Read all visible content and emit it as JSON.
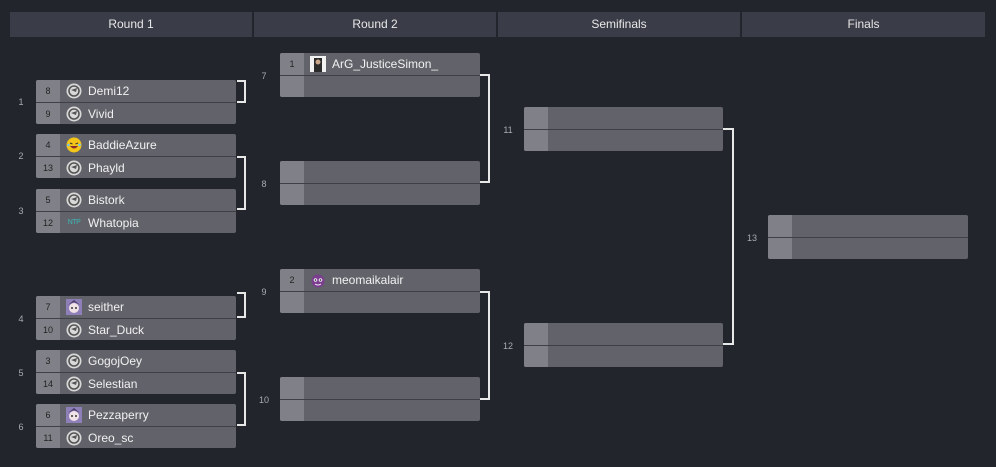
{
  "headers": [
    "Round 1",
    "Round 2",
    "Semifinals",
    "Finals"
  ],
  "match_numbers": [
    "1",
    "2",
    "3",
    "4",
    "5",
    "6",
    "7",
    "8",
    "9",
    "10",
    "11",
    "12",
    "13"
  ],
  "round1": [
    {
      "top": {
        "seed": "8",
        "name": "Demi12",
        "avatar": "default-avatar-icon"
      },
      "bottom": {
        "seed": "9",
        "name": "Vivid",
        "avatar": "default-avatar-icon"
      }
    },
    {
      "top": {
        "seed": "4",
        "name": "BaddieAzure",
        "avatar": "laughing-emoji-icon"
      },
      "bottom": {
        "seed": "13",
        "name": "Phayld",
        "avatar": "default-avatar-icon"
      }
    },
    {
      "top": {
        "seed": "5",
        "name": "Bistork",
        "avatar": "default-avatar-icon"
      },
      "bottom": {
        "seed": "12",
        "name": "Whatopia",
        "avatar": "team-logo-icon"
      }
    },
    {
      "top": {
        "seed": "7",
        "name": "seither",
        "avatar": "anime-avatar-icon"
      },
      "bottom": {
        "seed": "10",
        "name": "Star_Duck",
        "avatar": "default-avatar-icon"
      }
    },
    {
      "top": {
        "seed": "3",
        "name": "GogojOey",
        "avatar": "default-avatar-icon"
      },
      "bottom": {
        "seed": "14",
        "name": "Selestian",
        "avatar": "default-avatar-icon"
      }
    },
    {
      "top": {
        "seed": "6",
        "name": "Pezzaperry",
        "avatar": "anime-avatar-icon"
      },
      "bottom": {
        "seed": "11",
        "name": "Oreo_sc",
        "avatar": "default-avatar-icon"
      }
    }
  ],
  "round2": [
    {
      "top": {
        "seed": "1",
        "name": "ArG_JusticeSimon_",
        "avatar": "photo-avatar-icon"
      },
      "bottom": {
        "seed": "",
        "name": ""
      }
    },
    {
      "top": {
        "seed": "",
        "name": ""
      },
      "bottom": {
        "seed": "",
        "name": ""
      }
    },
    {
      "top": {
        "seed": "2",
        "name": "meomaikalair",
        "avatar": "purple-creature-icon"
      },
      "bottom": {
        "seed": "",
        "name": ""
      }
    },
    {
      "top": {
        "seed": "",
        "name": ""
      },
      "bottom": {
        "seed": "",
        "name": ""
      }
    }
  ],
  "semifinals": [
    {
      "top": {
        "seed": "",
        "name": ""
      },
      "bottom": {
        "seed": "",
        "name": ""
      }
    },
    {
      "top": {
        "seed": "",
        "name": ""
      },
      "bottom": {
        "seed": "",
        "name": ""
      }
    }
  ],
  "finals": [
    {
      "top": {
        "seed": "",
        "name": ""
      },
      "bottom": {
        "seed": "",
        "name": ""
      }
    }
  ],
  "colors": {
    "background": "#23252d",
    "header": "#3a3c47",
    "match": "#62636a",
    "seed": "#808188",
    "connector": "#e8e8e8"
  }
}
